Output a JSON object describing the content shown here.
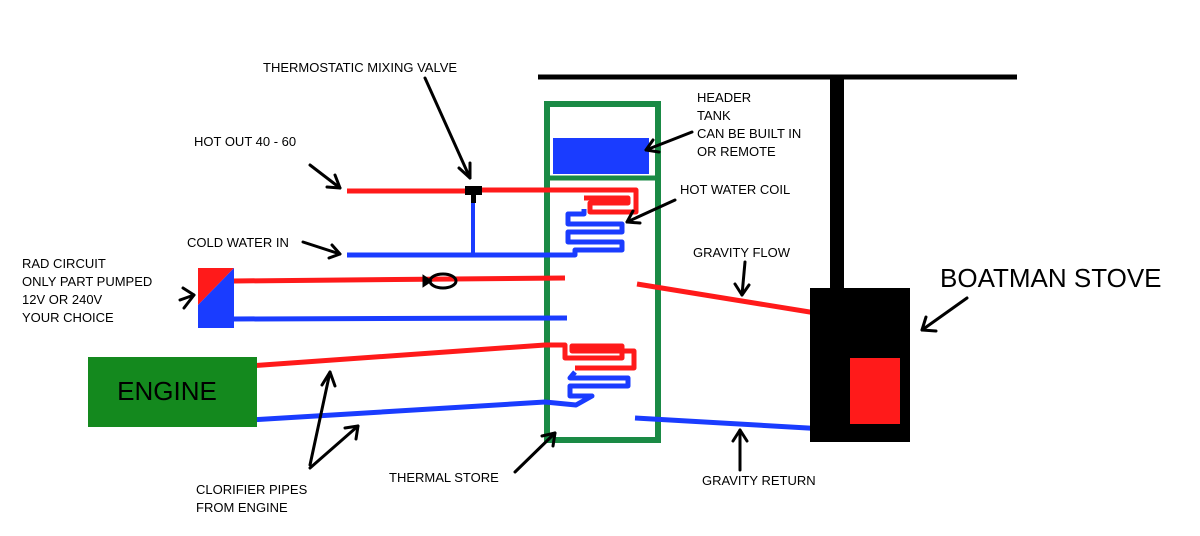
{
  "labels": {
    "thermostatic_valve": "THERMOSTATIC MIXING VALVE",
    "hot_out": "HOT OUT 40 - 60",
    "cold_in": "COLD WATER IN",
    "rad_circuit": [
      "RAD CIRCUIT",
      "ONLY PART PUMPED",
      "12V OR 240V",
      "YOUR CHOICE"
    ],
    "header_tank": [
      "HEADER",
      "TANK",
      "CAN BE BUILT IN",
      "OR REMOTE"
    ],
    "hot_water_coil": "HOT WATER COIL",
    "gravity_flow": "GRAVITY FLOW",
    "boatman_stove": "BOATMAN STOVE",
    "engine": "ENGINE",
    "clorifier_pipes": [
      "CLORIFIER PIPES",
      "FROM ENGINE"
    ],
    "thermal_store": "THERMAL STORE",
    "gravity_return": "GRAVITY RETURN"
  },
  "colors": {
    "hot": "#ff1a1a",
    "cold": "#1a3cff",
    "store": "#1a8a45",
    "engine": "#14891e",
    "stove": "#000000",
    "firebox": "#ff1a1a"
  }
}
